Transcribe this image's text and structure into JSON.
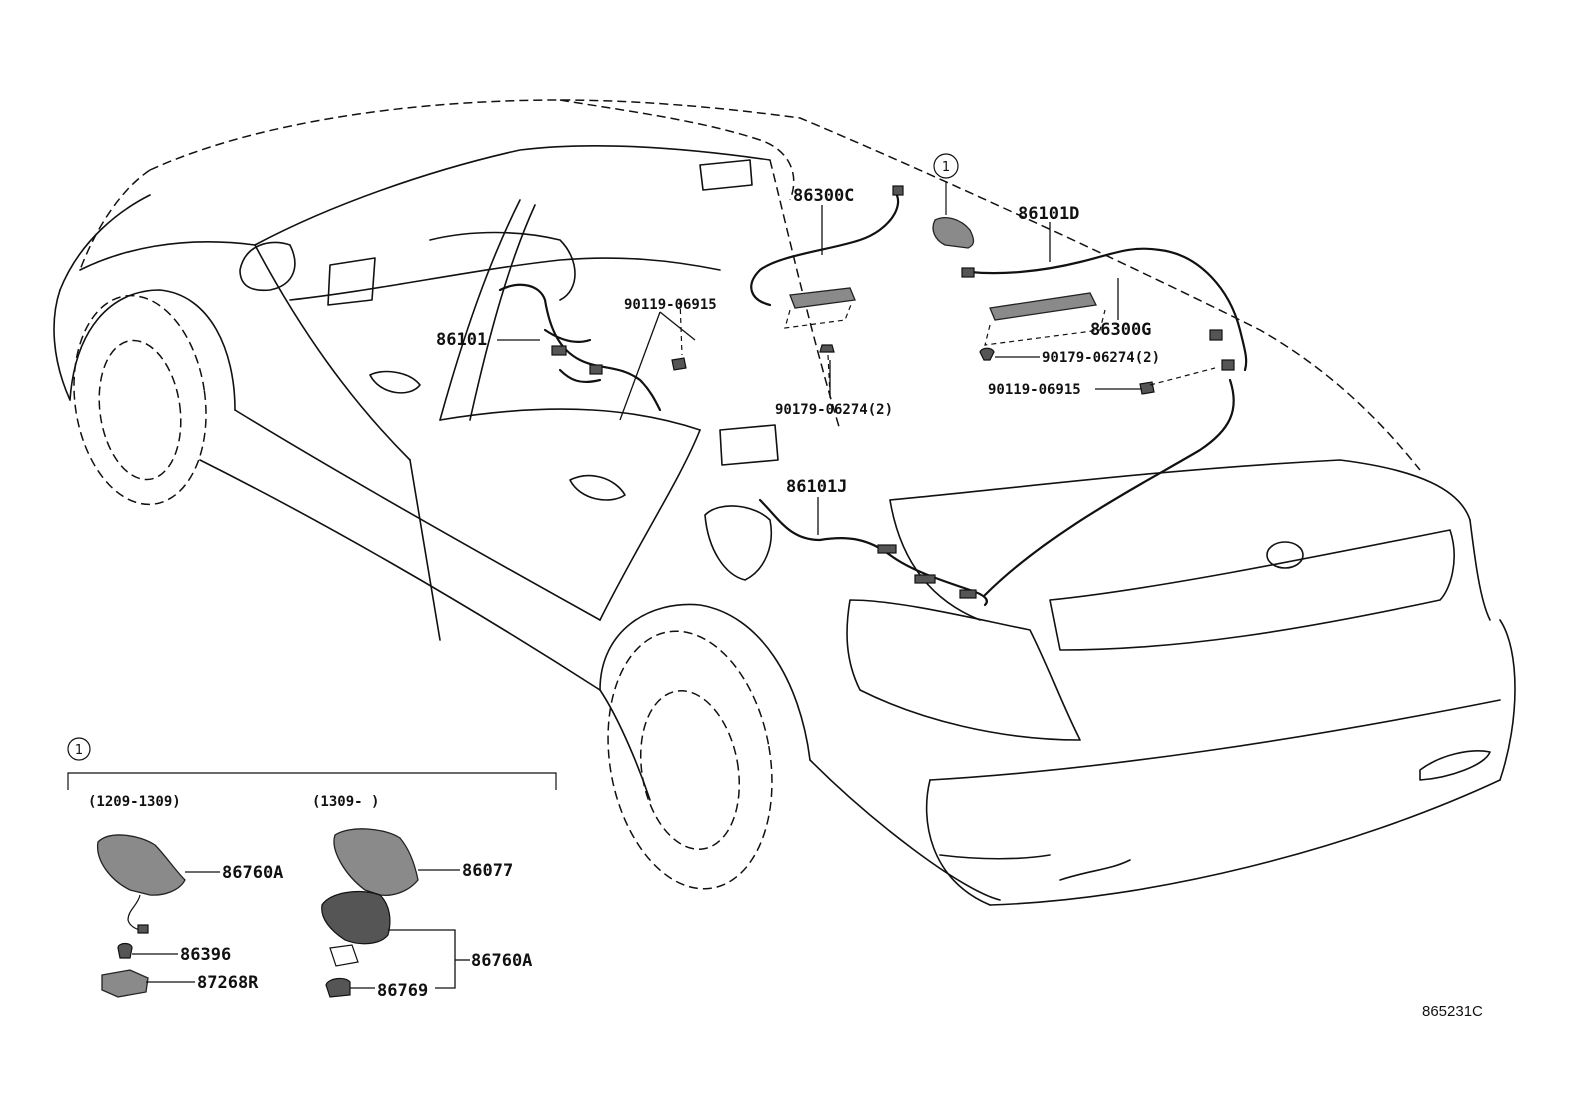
{
  "parts": {
    "p_86300C": "86300C",
    "p_86101D": "86101D",
    "p_86101": "86101",
    "p_90119_06915_a": "90119-06915",
    "p_86300G": "86300G",
    "p_90179_06274_a": "90179-06274(2)",
    "p_90119_06915_b": "90119-06915",
    "p_90179_06274_b": "90179-06274(2)",
    "p_86101J": "86101J",
    "p_86760A_a": "86760A",
    "p_86396": "86396",
    "p_87268R": "87268R",
    "p_86077": "86077",
    "p_86760A_b": "86760A",
    "p_86769": "86769"
  },
  "callout_marker": "1",
  "inset": {
    "marker": "1",
    "range_old": "(1209-1309)",
    "range_new": "(1309-     )"
  },
  "diagram_ref": "865231C"
}
